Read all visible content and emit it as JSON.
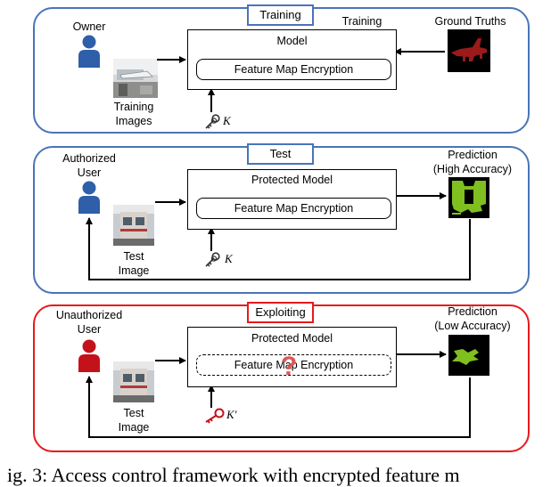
{
  "panels": [
    {
      "tag": "Training",
      "person_label": "Owner",
      "image_label": "Training\nImages",
      "model_label": "Model",
      "encryption_label": "Feature Map Encryption",
      "key_label": "K",
      "top_right_label": "Training",
      "output_label": "Ground Truths"
    },
    {
      "tag": "Test",
      "person_label": "Authorized\nUser",
      "image_label": "Test\nImage",
      "model_label": "Protected Model",
      "encryption_label": "Feature Map Encryption",
      "key_label": "K",
      "output_label": "Prediction\n(High Accuracy)"
    },
    {
      "tag": "Exploiting",
      "person_label": "Unauthorized\nUser",
      "image_label": "Test\nImage",
      "model_label": "Protected Model",
      "encryption_label": "Feature Map Encryption",
      "key_label": "K′",
      "output_label": "Prediction\n(Low Accuracy)",
      "question_mark": "?"
    }
  ],
  "caption": "ig. 3: Access control framework with encrypted feature m",
  "colors": {
    "panel_blue": "#4a74b8",
    "panel_red": "#e8191d",
    "person_blue": "#2e5fa8",
    "person_red": "#c4121a",
    "key_red": "#c4121a",
    "question_mark": "#e05555",
    "prediction_green": "#7fbf1f"
  },
  "icons": [
    "person-icon",
    "key-icon",
    "photo-thumbnail",
    "mask-image"
  ]
}
